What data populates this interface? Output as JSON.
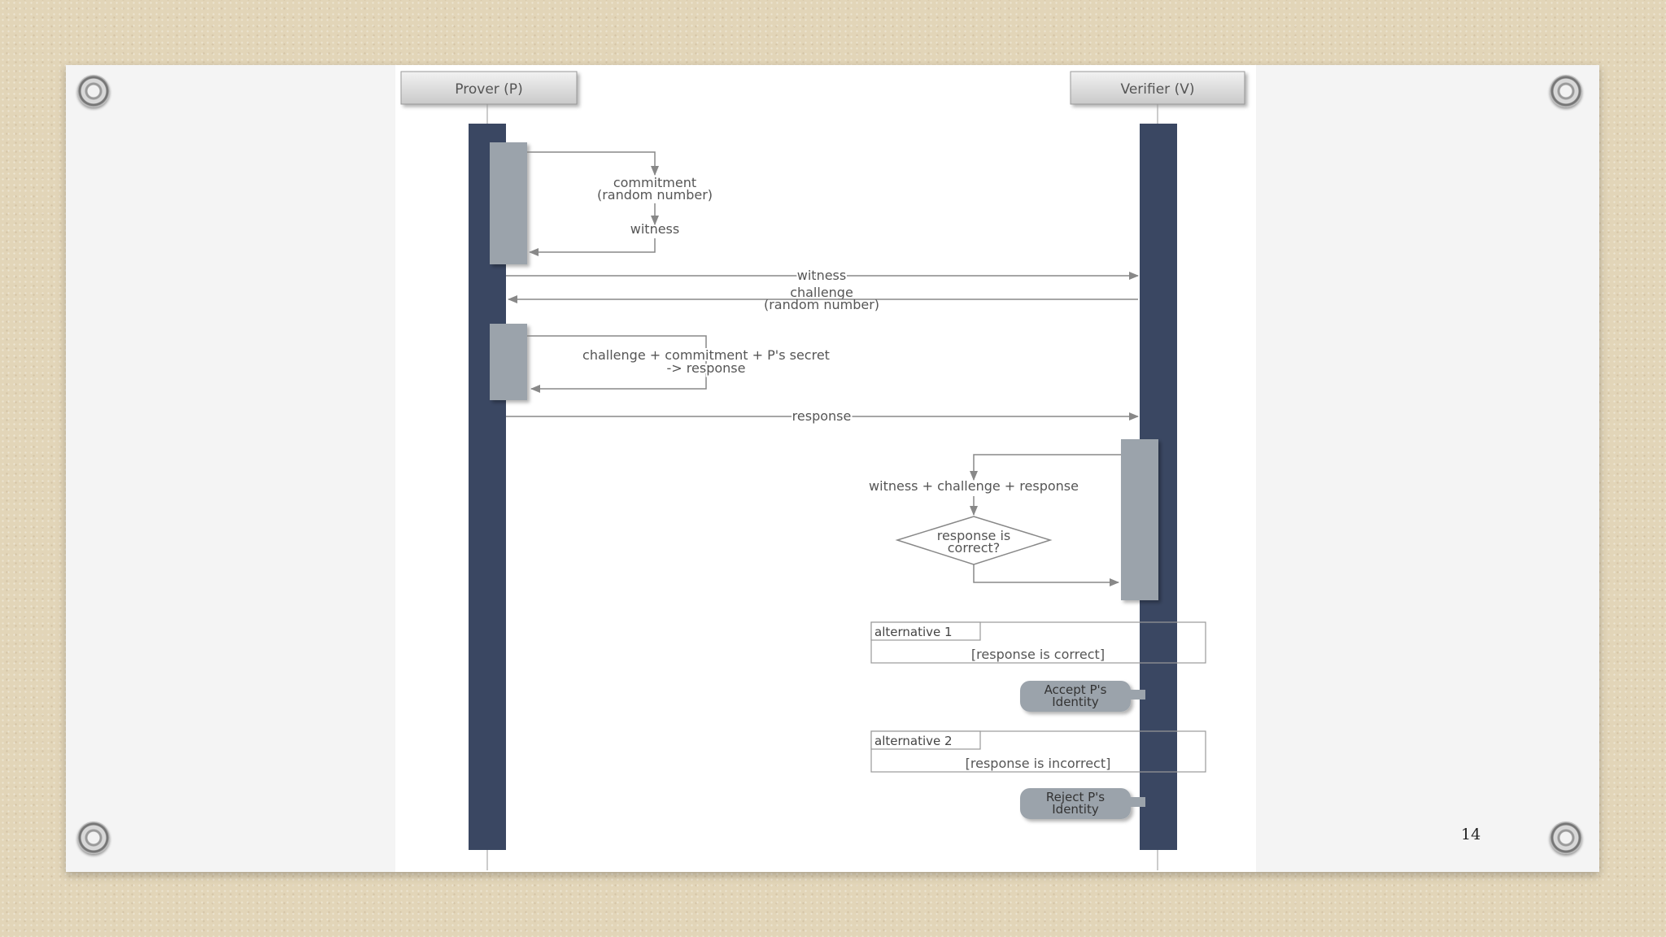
{
  "slide": {
    "page_number": "14"
  },
  "participants": {
    "prover": "Prover (P)",
    "verifier": "Verifier (V)"
  },
  "prover_self": {
    "commitment_line1": "commitment",
    "commitment_line2": "(random number)",
    "witness": "witness"
  },
  "messages": {
    "witness": "witness",
    "challenge_line1": "challenge",
    "challenge_line2": "(random number)",
    "response": "response"
  },
  "prover_compute": {
    "line1": "challenge + commitment + P's secret",
    "line2": "-> response"
  },
  "verifier_compute": {
    "sum": "witness + challenge + response",
    "decision_line1": "response is",
    "decision_line2": "correct?"
  },
  "alternatives": [
    {
      "label": "alternative 1",
      "guard": "[response is correct]",
      "action_line1": "Accept P's",
      "action_line2": "Identity"
    },
    {
      "label": "alternative 2",
      "guard": "[response is incorrect]",
      "action_line1": "Reject P's",
      "action_line2": "Identity"
    }
  ],
  "colors": {
    "lifeline_bar": "#3a4762",
    "activation": "#9ba3ab",
    "arrow": "#888888"
  }
}
